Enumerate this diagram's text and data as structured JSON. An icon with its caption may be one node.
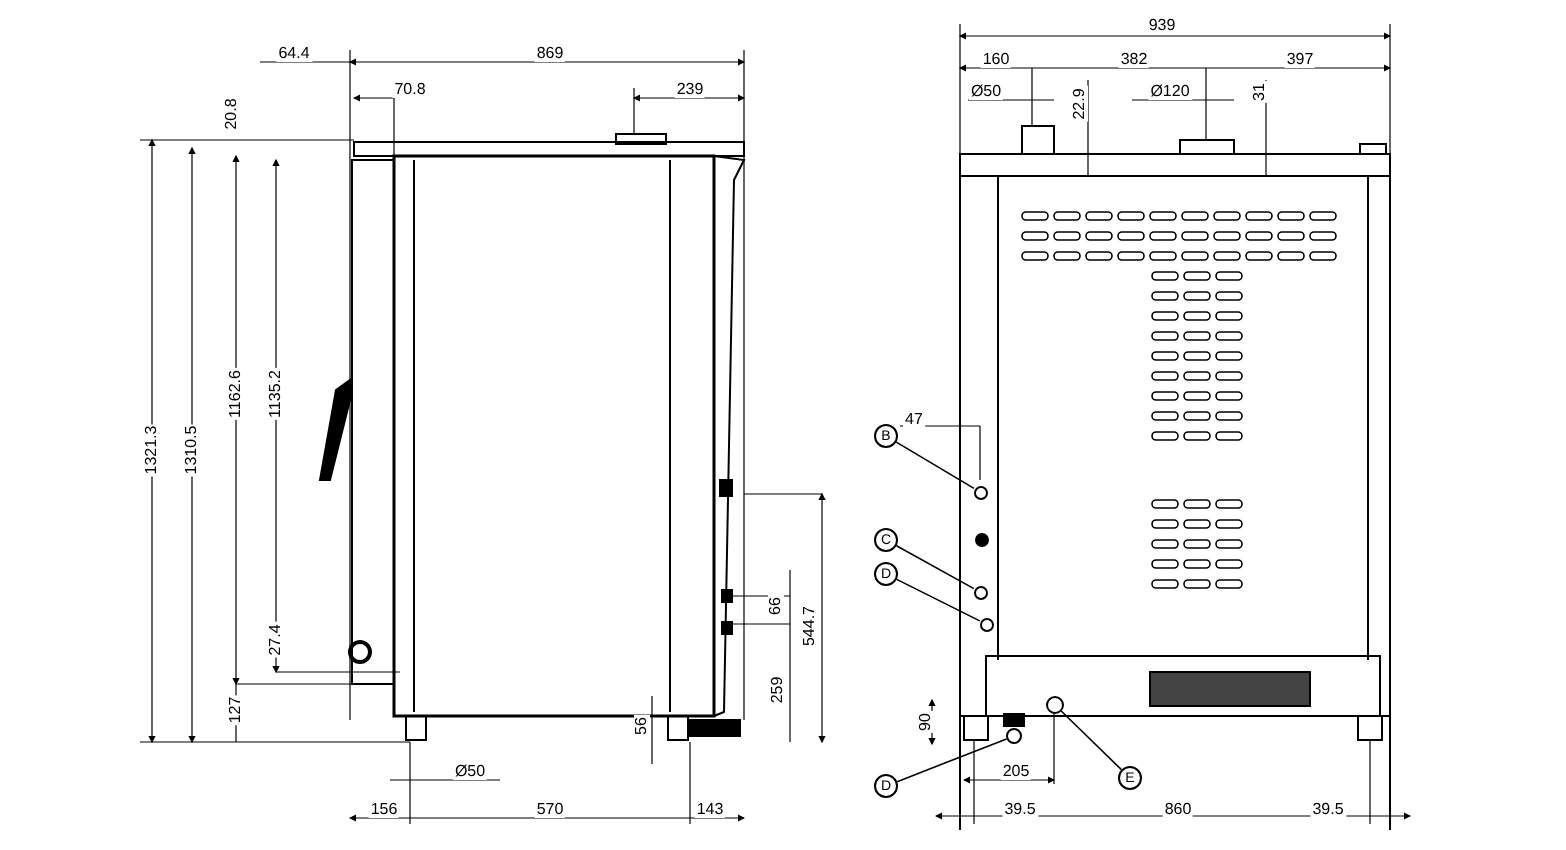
{
  "diagram": {
    "nodes": [
      {
        "text": [
          "B"
        ]
      },
      {
        "text": [
          "C"
        ]
      },
      {
        "text": [
          "D"
        ]
      },
      {
        "text": [
          "D"
        ]
      },
      {
        "text": [
          "E"
        ]
      },
      {
        "text": [],
        "shape": "circle"
      },
      {
        "text": [],
        "shape": "circle"
      },
      {
        "text": [],
        "shape": "circle"
      },
      {
        "text": [],
        "shape": "circle"
      },
      {
        "text": [],
        "shape": "circle"
      }
    ],
    "edges": [
      {
        "from": 0,
        "to": 5,
        "arrow": "none"
      },
      {
        "from": 1,
        "to": 6,
        "arrow": "none"
      },
      {
        "from": 2,
        "to": 7,
        "arrow": "none"
      },
      {
        "from": 3,
        "to": 8,
        "arrow": "none"
      },
      {
        "from": 4,
        "to": 9,
        "arrow": "none"
      }
    ],
    "labels": [
      "64.4",
      "869",
      "20.8",
      "70.8",
      "239",
      "1321.3",
      "1310.5",
      "1162.6",
      "1135.2",
      "27.4",
      "127",
      "66",
      "544.7",
      "259",
      "56",
      "Ø50",
      "156",
      "570",
      "143",
      "939",
      "160",
      "382",
      "397",
      "Ø50",
      "22.9",
      "Ø120",
      "31",
      "47",
      "90",
      "205",
      "39.5",
      "860",
      "39.5"
    ]
  }
}
